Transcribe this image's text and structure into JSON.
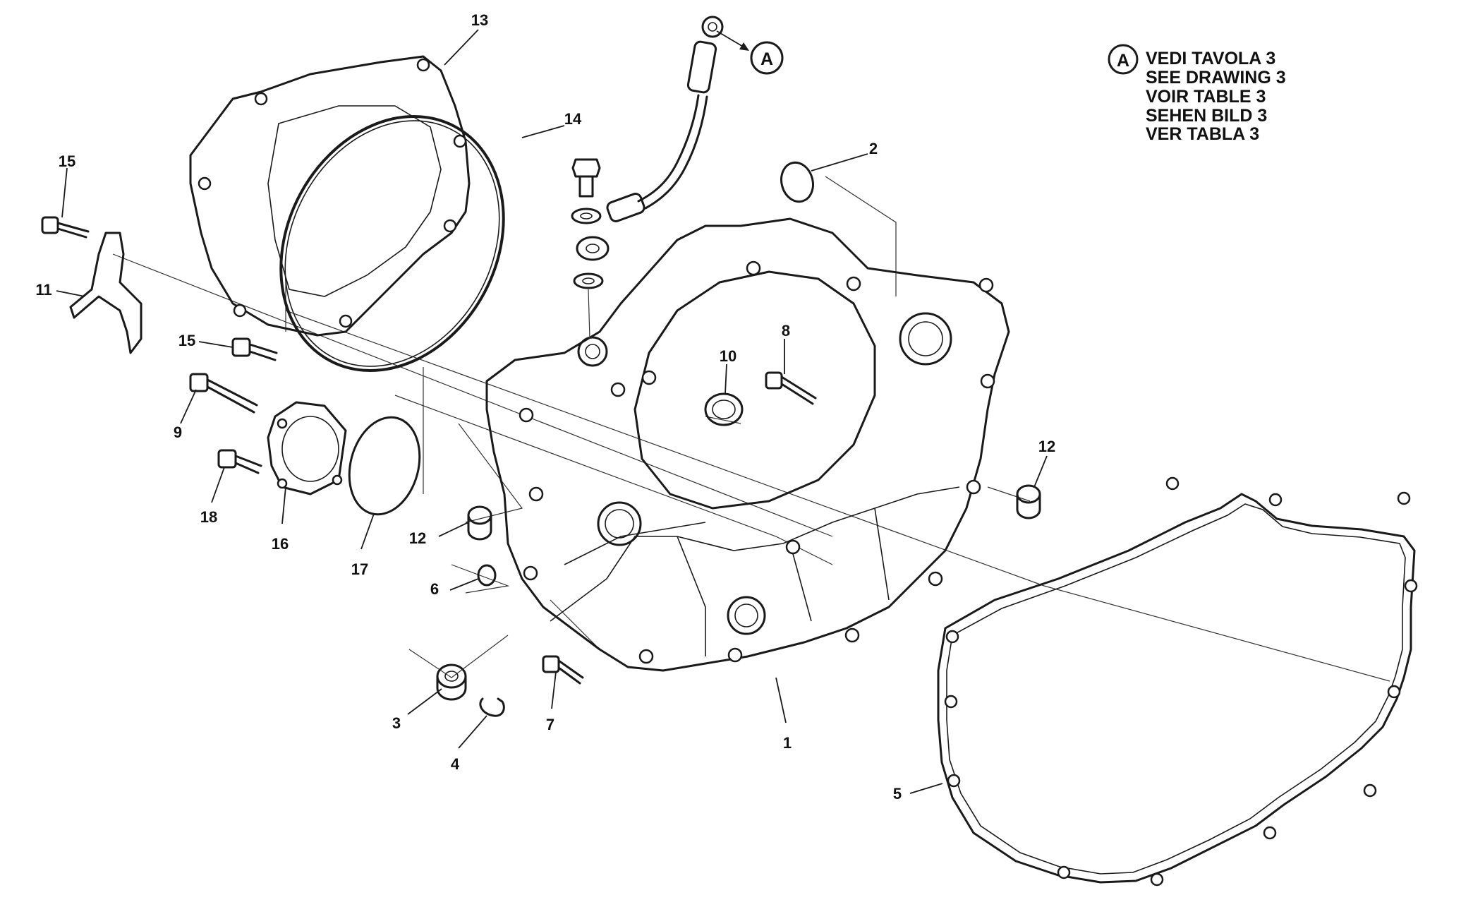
{
  "legend": {
    "symbol": "A",
    "lines": [
      "VEDI TAVOLA 3",
      "SEE DRAWING 3",
      "VOIR TABLE 3",
      "SEHEN BILD 3",
      "VER TABLA 3"
    ]
  },
  "callout_a": "A",
  "labels": {
    "p1": "1",
    "p2": "2",
    "p3": "3",
    "p4": "4",
    "p5": "5",
    "p6": "6",
    "p7": "7",
    "p8": "8",
    "p9": "9",
    "p10": "10",
    "p11": "11",
    "p12a": "12",
    "p12b": "12",
    "p13": "13",
    "p14": "14",
    "p15a": "15",
    "p15b": "15",
    "p16": "16",
    "p17": "17",
    "p18": "18"
  }
}
